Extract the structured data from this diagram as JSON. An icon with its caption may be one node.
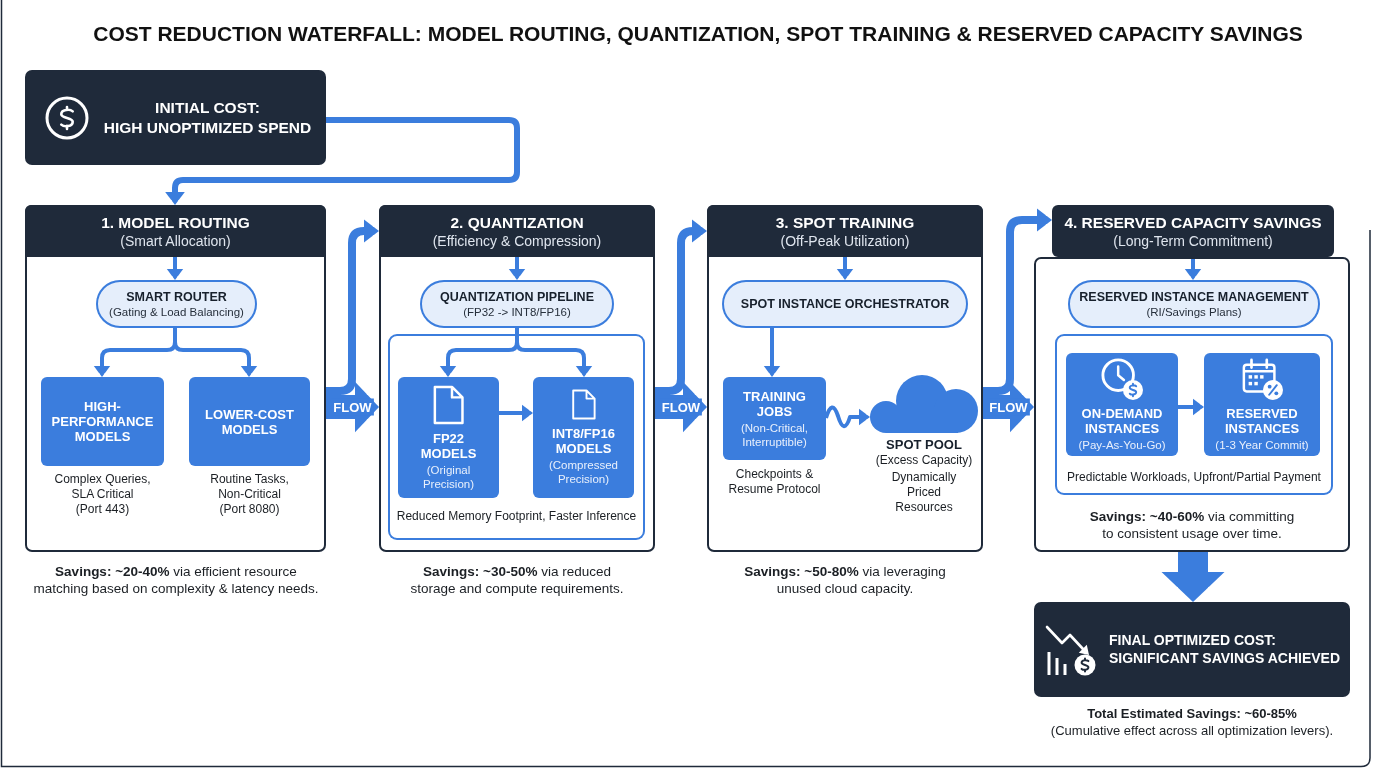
{
  "diagram": {
    "title": "COST REDUCTION WATERFALL: MODEL ROUTING, QUANTIZATION, SPOT TRAINING & RESERVED CAPACITY SAVINGS",
    "nodes": [
      {
        "text": [
          "INITIAL COST:",
          "HIGH UNOPTIMIZED SPEND"
        ]
      },
      {
        "text": [],
        "shape": "box",
        "beside": [
          "**Savings: ~20-40%** via efficient resource matching based on complexity & latency needs."
        ]
      },
      {
        "text": [
          "1. MODEL ROUTING",
          "(Smart Allocation)"
        ],
        "in": 1
      },
      {
        "text": [
          "SMART ROUTER",
          "(Gating & Load Balancing)"
        ],
        "in": 1
      },
      {
        "text": [
          "HIGH-PERFORMANCE MODELS"
        ],
        "in": 1,
        "beside": [
          "Complex Queries, SLA Critical (Port 443)"
        ]
      },
      {
        "text": [
          "LOWER-COST MODELS"
        ],
        "in": 1,
        "beside": [
          "Routine Tasks, Non-Critical (Port 8080)"
        ]
      },
      {
        "text": [],
        "shape": "box",
        "beside": [
          "**Savings: ~30-50%** via reduced storage and compute requirements."
        ]
      },
      {
        "text": [
          "2. QUANTIZATION",
          "(Efficiency & Compression)"
        ],
        "in": 6
      },
      {
        "text": [
          "QUANTIZATION PIPELINE",
          "(FP32 -> INT8/FP16)"
        ],
        "in": 6
      },
      {
        "text": [
          "Reduced Memory Footprint, Faster Inference"
        ],
        "in": 6
      },
      {
        "text": [
          "FP22 MODELS",
          "(Original Precision)"
        ],
        "in": 9
      },
      {
        "text": [
          "INT8/FP16 MODELS",
          "(Compressed Precision)"
        ],
        "in": 9
      },
      {
        "text": [],
        "shape": "box",
        "beside": [
          "**Savings: ~50-80%** via leveraging unused cloud capacity."
        ]
      },
      {
        "text": [
          "3. SPOT TRAINING",
          "(Off-Peak Utilization)"
        ],
        "in": 12
      },
      {
        "text": [
          "SPOT INSTANCE ORCHESTRATOR"
        ],
        "in": 12
      },
      {
        "text": [
          "TRAINING JOBS",
          "(Non-Critical, Interruptible)"
        ],
        "in": 12,
        "beside": [
          "Checkpoints & Resume Protocol"
        ]
      },
      {
        "text": [
          "SPOT POOL",
          "(Excess Capacity)"
        ],
        "in": 12,
        "beside": [
          "Dynamically Priced Resources"
        ]
      },
      {
        "text": [
          "4. RESERVED CAPACITY SAVINGS",
          "(Long-Term Commitment)"
        ]
      },
      {
        "text": [
          "**Savings: ~40-60%** via committing to consistent usage over time."
        ]
      },
      {
        "text": [
          "RESERVED INSTANCE MANAGEMENT",
          "(RI/Savings Plans)"
        ],
        "in": 18
      },
      {
        "text": [
          "Predictable Workloads, Upfront/Partial Payment"
        ],
        "in": 18
      },
      {
        "text": [
          "ON-DEMAND INSTANCES",
          "(Pay-As-You-Go)"
        ],
        "in": 20
      },
      {
        "text": [
          "RESERVED INSTANCES",
          "(1-3 Year Commit)"
        ],
        "in": 20
      },
      {
        "text": [
          "FINAL OPTIMIZED COST:",
          "SIGNIFICANT SAVINGS ACHIEVED"
        ],
        "beside": [
          "Total Estimated Savings: ~60-85%",
          "(Cumulative effect across all optimization levers)."
        ]
      }
    ],
    "edges": [
      {
        "from": 0,
        "to": 2,
        "arrow": "to"
      },
      {
        "from": 2,
        "to": 3,
        "arrow": "to"
      },
      {
        "from": 3,
        "to": 4,
        "arrow": "to"
      },
      {
        "from": 3,
        "to": 5,
        "arrow": "to"
      },
      {
        "from": 1,
        "to": 7,
        "arrow": "to",
        "style": "thick"
      },
      {
        "from": 1,
        "to": 6,
        "arrow": "to",
        "label": "FLOW",
        "style": "thick"
      },
      {
        "from": 7,
        "to": 8,
        "arrow": "to"
      },
      {
        "from": 8,
        "to": 10,
        "arrow": "to"
      },
      {
        "from": 8,
        "to": 11,
        "arrow": "to"
      },
      {
        "from": 10,
        "to": 11,
        "arrow": "to"
      },
      {
        "from": 6,
        "to": 13,
        "arrow": "to",
        "style": "thick"
      },
      {
        "from": 6,
        "to": 12,
        "arrow": "to",
        "label": "FLOW",
        "style": "thick"
      },
      {
        "from": 13,
        "to": 14,
        "arrow": "to"
      },
      {
        "from": 14,
        "to": 15,
        "arrow": "to"
      },
      {
        "from": 15,
        "to": 16,
        "arrow": "to"
      },
      {
        "from": 12,
        "to": 17,
        "arrow": "to",
        "style": "thick"
      },
      {
        "from": 12,
        "to": 18,
        "arrow": "to",
        "label": "FLOW",
        "style": "thick"
      },
      {
        "from": 17,
        "to": 19,
        "arrow": "to"
      },
      {
        "from": 21,
        "to": 22,
        "arrow": "to"
      },
      {
        "from": 18,
        "to": 23,
        "arrow": "to",
        "style": "thick"
      }
    ]
  }
}
